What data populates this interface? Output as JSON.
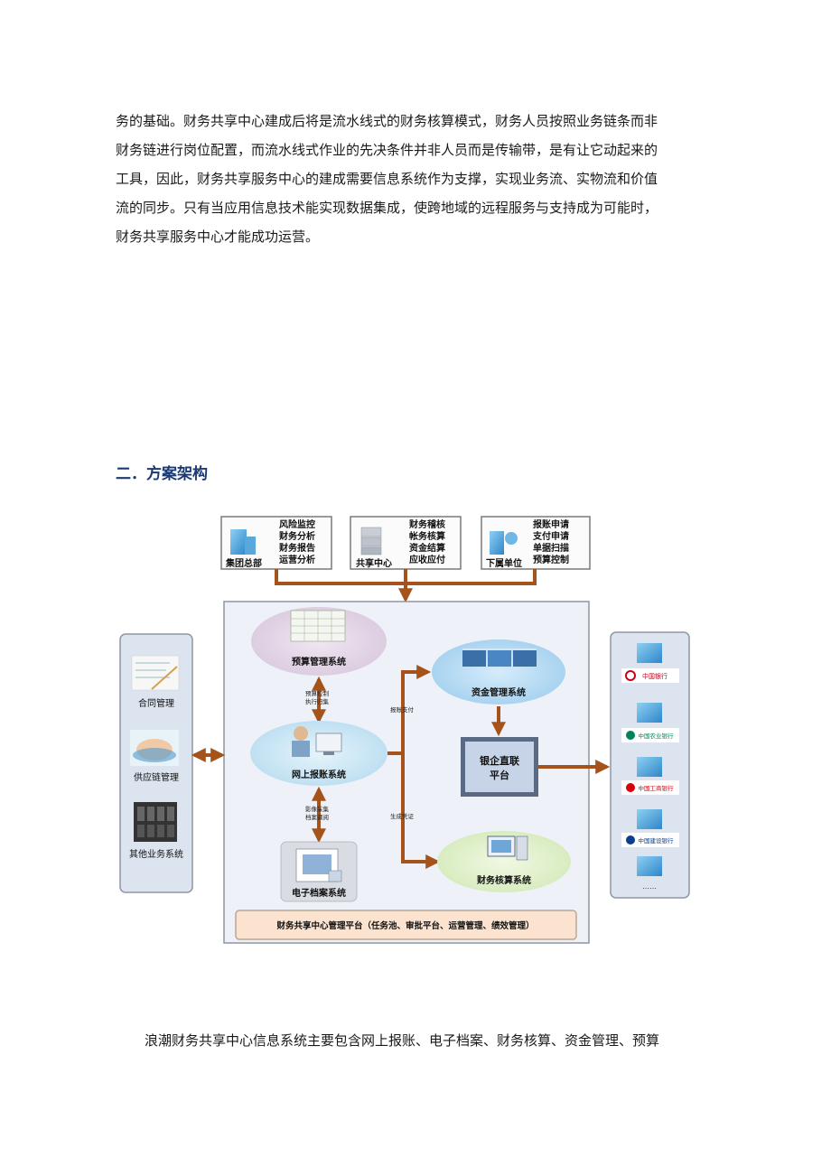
{
  "paragraph1": [
    "务的基础。财务共享中心建成后将是流水线式的财务核算模式，财务人员按照业务链条而非",
    "财务链进行岗位配置，而流水线式作业的先决条件并非人员而是传输带，是有让它动起来的",
    "工具，因此，财务共享服务中心的建成需要信息系统作为支撑，实现业务流、实物流和价值",
    "流的同步。只有当应用信息技术能实现数据集成，使跨地域的远程服务与支持成为可能时，",
    "财务共享服务中心才能成功运营。"
  ],
  "heading": "二．方案架构",
  "diagram": {
    "top_boxes": [
      {
        "name": "集团总部",
        "items": [
          "风险监控",
          "财务分析",
          "财务报告",
          "运营分析"
        ]
      },
      {
        "name": "共享中心",
        "items": [
          "财务稽核",
          "帐务核算",
          "资金结算",
          "应收应付"
        ]
      },
      {
        "name": "下属单位",
        "items": [
          "报账申请",
          "支付申请",
          "单据扫描",
          "预算控制"
        ]
      }
    ],
    "left_panel": [
      "合同管理",
      "供应链管理",
      "其他业务系统"
    ],
    "systems": {
      "budget": "预算管理系统",
      "reimburse": "网上报账系统",
      "archive": "电子档案系统",
      "fund": "资金管理系统",
      "accounting": "财务核算系统",
      "bank_link": [
        "银企直联",
        "平台"
      ]
    },
    "arrow_labels": {
      "budget_control": [
        "预算控制",
        "执行归集"
      ],
      "image_capture": [
        "影像采集",
        "档案调阅"
      ],
      "pay": "报账支付",
      "voucher": "生成凭证"
    },
    "banks": [
      "中国银行",
      "中国农业银行",
      "中国工商银行",
      "中国建设银行",
      "……"
    ],
    "bottom_bar": "财务共享中心管理平台（任务池、审批平台、运营管理、绩效管理）",
    "colors": {
      "arrow": "#a5521b",
      "panel": "#eef2f8",
      "bar": "#fbe3cf"
    }
  },
  "paragraph2": "浪潮财务共享中心信息系统主要包含网上报账、电子档案、财务核算、资金管理、预算"
}
